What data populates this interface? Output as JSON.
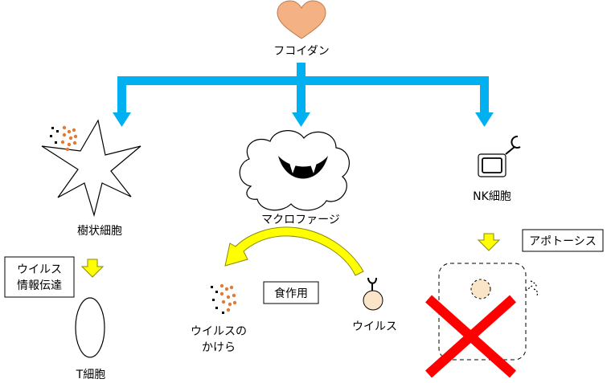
{
  "source": {
    "label": "フコイダン"
  },
  "cells": {
    "dendritic": {
      "label": "樹状細胞"
    },
    "macrophage": {
      "label": "マクロファージ"
    },
    "nk": {
      "label": "NK細胞"
    },
    "tcell": {
      "label": "T細胞"
    }
  },
  "boxes": {
    "virus_info": {
      "line1": "ウイルス",
      "line2": "情報伝達"
    },
    "phagocytosis": {
      "label": "食作用"
    },
    "apoptosis": {
      "label": "アポトーシス"
    }
  },
  "labels": {
    "virus": "ウイルス",
    "fragments_line1": "ウイルスの",
    "fragments_line2": "かけら"
  },
  "colors": {
    "flow_arrow": "#00b0f0",
    "yellow_arrow": "#ffff00",
    "yellow_outline": "#b0b000",
    "heart": "#f4b183",
    "virus_fill": "#fbe5c8",
    "cross": "#ff0000",
    "fragment_orange": "#e07b39"
  }
}
